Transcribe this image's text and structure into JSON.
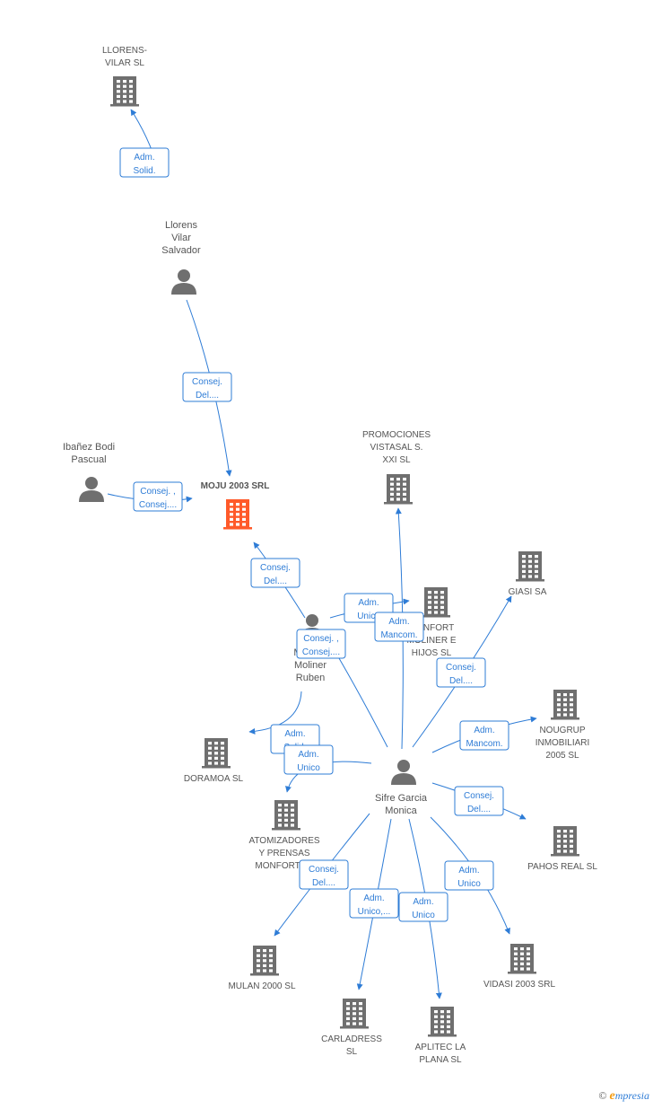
{
  "colors": {
    "company": "#6f6f6f",
    "focus_company": "#ff5a2a",
    "person": "#6f6f6f",
    "edge": "#2e7cd6",
    "text": "#555555"
  },
  "nodes": [
    {
      "id": "llorens_vilar_sl",
      "type": "company",
      "lines": [
        "LLORENS-",
        "VILAR SL"
      ]
    },
    {
      "id": "llorens_vilar_salvador",
      "type": "person",
      "lines": [
        "Llorens",
        "Vilar",
        "Salvador"
      ]
    },
    {
      "id": "ibanez_bodi",
      "type": "person",
      "lines": [
        "Ibañez Bodi",
        "Pascual"
      ]
    },
    {
      "id": "moju",
      "type": "focus",
      "lines": [
        "MOJU 2003 SRL"
      ]
    },
    {
      "id": "promociones",
      "type": "company",
      "lines": [
        "PROMOCIONES",
        "VISTASAL S.",
        "XXI SL"
      ]
    },
    {
      "id": "monfort_moliner_hijos",
      "type": "company",
      "lines": [
        "MONFORT",
        "MOLINER E",
        "HIJOS SL"
      ]
    },
    {
      "id": "giasi",
      "type": "company",
      "lines": [
        "GIASI SA"
      ]
    },
    {
      "id": "moliner_ruben",
      "type": "person",
      "lines": [
        "Monfort",
        "Moliner",
        "Ruben"
      ]
    },
    {
      "id": "nougrup",
      "type": "company",
      "lines": [
        "NOUGRUP",
        "INMOBILIARI",
        "2005 SL"
      ]
    },
    {
      "id": "doramoa",
      "type": "company",
      "lines": [
        "DORAMOA SL"
      ]
    },
    {
      "id": "sifre",
      "type": "person",
      "lines": [
        "Sifre Garcia",
        "Monica"
      ]
    },
    {
      "id": "atomizadores",
      "type": "company",
      "lines": [
        "ATOMIZADORES",
        "Y PRENSAS",
        "MONFORT SL"
      ]
    },
    {
      "id": "pahos",
      "type": "company",
      "lines": [
        "PAHOS REAL SL"
      ]
    },
    {
      "id": "mulan",
      "type": "company",
      "lines": [
        "MULAN 2000 SL"
      ]
    },
    {
      "id": "vidasi",
      "type": "company",
      "lines": [
        "VIDASI 2003 SRL"
      ]
    },
    {
      "id": "carladress",
      "type": "company",
      "lines": [
        "CARLADRESS",
        "SL"
      ]
    },
    {
      "id": "aplitec",
      "type": "company",
      "lines": [
        "APLITEC LA",
        "PLANA SL"
      ]
    }
  ],
  "edges": [
    {
      "from": "llorens_vilar_salvador",
      "to": "llorens_vilar_sl",
      "label": [
        "Adm.",
        "Solid."
      ]
    },
    {
      "from": "llorens_vilar_salvador",
      "to": "moju",
      "label": [
        "Consej.",
        "Del...."
      ]
    },
    {
      "from": "ibanez_bodi",
      "to": "moju",
      "label": [
        "Consej. ,",
        "Consej...."
      ]
    },
    {
      "from": "moliner_ruben",
      "to": "moju",
      "label": [
        "Consej.",
        "Del...."
      ]
    },
    {
      "from": "moliner_ruben",
      "to": "monfort_moliner_hijos",
      "label": [
        "Adm.",
        "Unico"
      ]
    },
    {
      "from": "moliner_ruben",
      "to": "doramoa",
      "label": [
        "Adm.",
        "Solid."
      ]
    },
    {
      "from": "sifre",
      "to": "moliner_ruben",
      "label": [
        "Consej. ,",
        "Consej...."
      ]
    },
    {
      "from": "sifre",
      "to": "promociones",
      "label": [
        "Adm.",
        "Mancom."
      ]
    },
    {
      "from": "sifre",
      "to": "giasi",
      "label": [
        "Consej.",
        "Del...."
      ]
    },
    {
      "from": "sifre",
      "to": "nougrup",
      "label": [
        "Adm.",
        "Mancom."
      ]
    },
    {
      "from": "sifre",
      "to": "atomizadores",
      "label": [
        "Adm.",
        "Unico"
      ]
    },
    {
      "from": "sifre",
      "to": "pahos",
      "label": [
        "Consej.",
        "Del...."
      ]
    },
    {
      "from": "sifre",
      "to": "mulan",
      "label": [
        "Consej.",
        "Del...."
      ]
    },
    {
      "from": "sifre",
      "to": "vidasi",
      "label": [
        "Adm.",
        "Unico"
      ]
    },
    {
      "from": "sifre",
      "to": "carladress",
      "label": [
        "Adm.",
        "Unico,..."
      ]
    },
    {
      "from": "sifre",
      "to": "aplitec",
      "label": [
        "Adm.",
        "Unico"
      ]
    }
  ],
  "footer": {
    "copyright": "©",
    "brand_initial": "e",
    "brand_rest": "mpresia"
  }
}
